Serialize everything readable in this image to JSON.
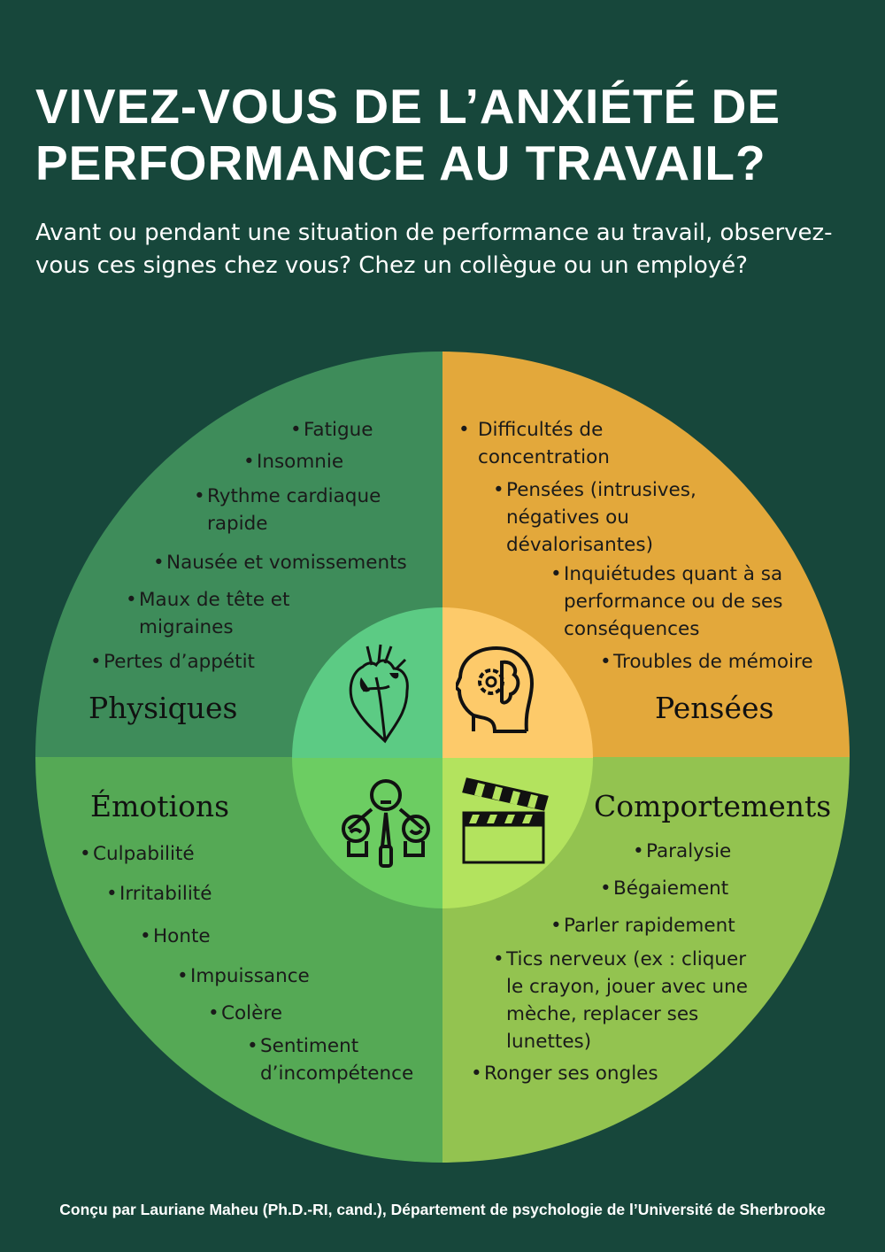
{
  "title": {
    "line1": "VIVEZ-VOUS DE L’ANXIÉTÉ DE",
    "line2": "PERFORMANCE AU TRAVAIL?"
  },
  "subtitle": "Avant ou pendant une situation de performance au travail, observez-vous ces signes chez vous? Chez un collègue ou un employé?",
  "colors": {
    "background": "#17473b",
    "physiques": "#3e8c5a",
    "pensees": "#e3a83b",
    "emotions": "#55a955",
    "comportements": "#93c350"
  },
  "quadrants": {
    "physiques": {
      "label": "Physiques",
      "icon": "heart-icon",
      "items": [
        "Fatigue",
        "Insomnie",
        "Rythme cardiaque\nrapide",
        "Nausée et vomissements",
        "Maux de tête et\nmigraines",
        "Pertes d’appétit"
      ]
    },
    "pensees": {
      "label": "Pensées",
      "icon": "head-brain-gear-icon",
      "items": [
        " Difficultés de\nconcentration",
        "Pensées (intrusives,\nnégatives ou\ndévalorisantes)",
        "Inquiétudes quant à sa\nperformance ou de ses\nconséquences",
        "Troubles de mémoire"
      ]
    },
    "emotions": {
      "label": "Émotions",
      "icon": "people-emotions-icon",
      "items": [
        "Culpabilité",
        "Irritabilité",
        "Honte",
        "Impuissance",
        "Colère",
        "Sentiment\nd’incompétence"
      ]
    },
    "comportements": {
      "label": "Comportements",
      "icon": "clapperboard-icon",
      "items": [
        "Paralysie",
        "Bégaiement",
        "Parler rapidement",
        "Tics nerveux (ex : cliquer\nle crayon, jouer avec une\nmèche, replacer ses\nlunettes)",
        "Ronger ses ongles"
      ]
    }
  },
  "footer": "Conçu par Lauriane Maheu (Ph.D.-RI, cand.), Département de psychologie de l’Université de Sherbrooke"
}
